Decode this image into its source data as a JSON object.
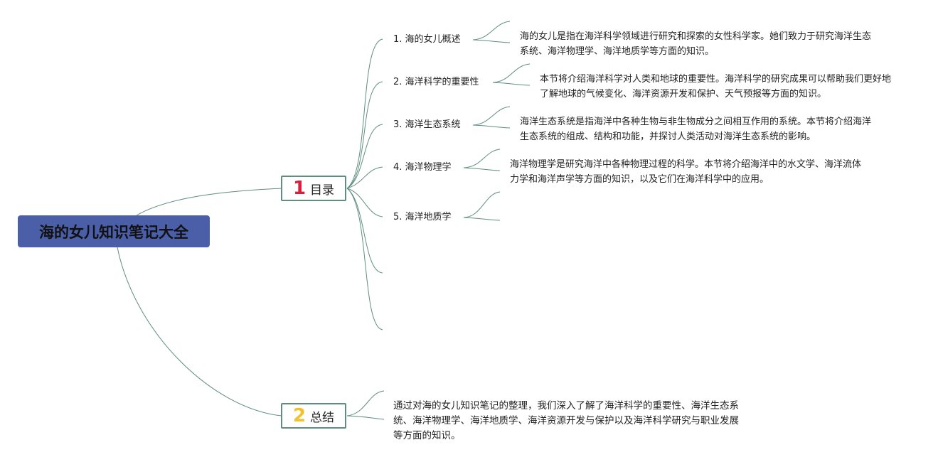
{
  "colors": {
    "root_bg": "#4a5fa8",
    "line": "#5e8f7d",
    "num1": "#d81e3a",
    "num2": "#f2c12e"
  },
  "root": {
    "title": "海的女儿知识笔记大全"
  },
  "branches": [
    {
      "num": "1",
      "label": "目录"
    },
    {
      "num": "2",
      "label": "总结"
    }
  ],
  "toc": [
    {
      "title": "1. 海的女儿概述",
      "desc": "海的女儿是指在海洋科学领域进行研究和探索的女性科学家。她们致力于研究海洋生态系统、海洋物理学、海洋地质学等方面的知识。"
    },
    {
      "title": "2. 海洋科学的重要性",
      "desc": "本节将介绍海洋科学对人类和地球的重要性。海洋科学的研究成果可以帮助我们更好地了解地球的气候变化、海洋资源开发和保护、天气预报等方面的知识。"
    },
    {
      "title": "3. 海洋生态系统",
      "desc": "海洋生态系统是指海洋中各种生物与非生物成分之间相互作用的系统。本节将介绍海洋生态系统的组成、结构和功能，并探讨人类活动对海洋生态系统的影响。"
    },
    {
      "title": "4. 海洋物理学",
      "desc": "海洋物理学是研究海洋中各种物理过程的科学。本节将介绍海洋中的水文学、海洋流体力学和海洋声学等方面的知识，以及它们在海洋科学中的应用。"
    },
    {
      "title": "5. 海洋地质学",
      "desc": ""
    }
  ],
  "summary": {
    "text": "通过对海的女儿知识笔记的整理，我们深入了解了海洋科学的重要性、海洋生态系统、海洋物理学、海洋地质学、海洋资源开发与保护以及海洋科学研究与职业发展等方面的知识。"
  }
}
